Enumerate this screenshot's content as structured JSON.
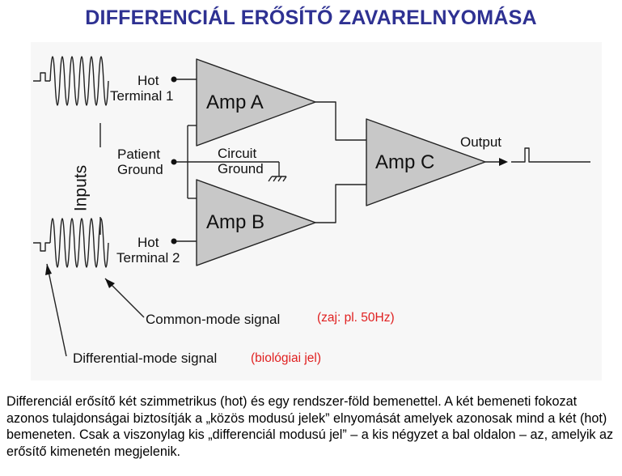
{
  "title": "DIFFERENCIÁL ERŐSÍTŐ ZAVARELNYOMÁSA",
  "diagram": {
    "amp_a": "Amp A",
    "amp_b": "Amp B",
    "amp_c": "Amp C",
    "hot_terminal_1": [
      "Hot",
      "Terminal 1"
    ],
    "hot_terminal_2": [
      "Hot",
      "Terminal 2"
    ],
    "patient_ground": [
      "Patient",
      "Ground"
    ],
    "circuit_ground": [
      "Circuit",
      "Ground"
    ],
    "output": "Output",
    "inputs": "Inputs",
    "common_mode_signal": "Common-mode signal",
    "common_mode_note": "(zaj: pl. 50Hz)",
    "differential_mode_signal": "Differential-mode signal",
    "differential_mode_note": "(biológiai jel)"
  },
  "colors": {
    "title": "#2e3192",
    "amp_fill": "#c8c8c8",
    "note": "#e02020"
  },
  "description": "Differenciál erősítő két szimmetrikus (hot) és egy rendszer-föld bemenettel. A két bemeneti fokozat azonos tulajdonságai biztosítják a „közös modusú jelek” elnyomását amelyek azonosak mind a két (hot) bemeneten. Csak a viszonylag kis „differenciál modusú jel” – a kis négyzet a bal oldalon – az, amelyik az erősítő kimenetén megjelenik."
}
